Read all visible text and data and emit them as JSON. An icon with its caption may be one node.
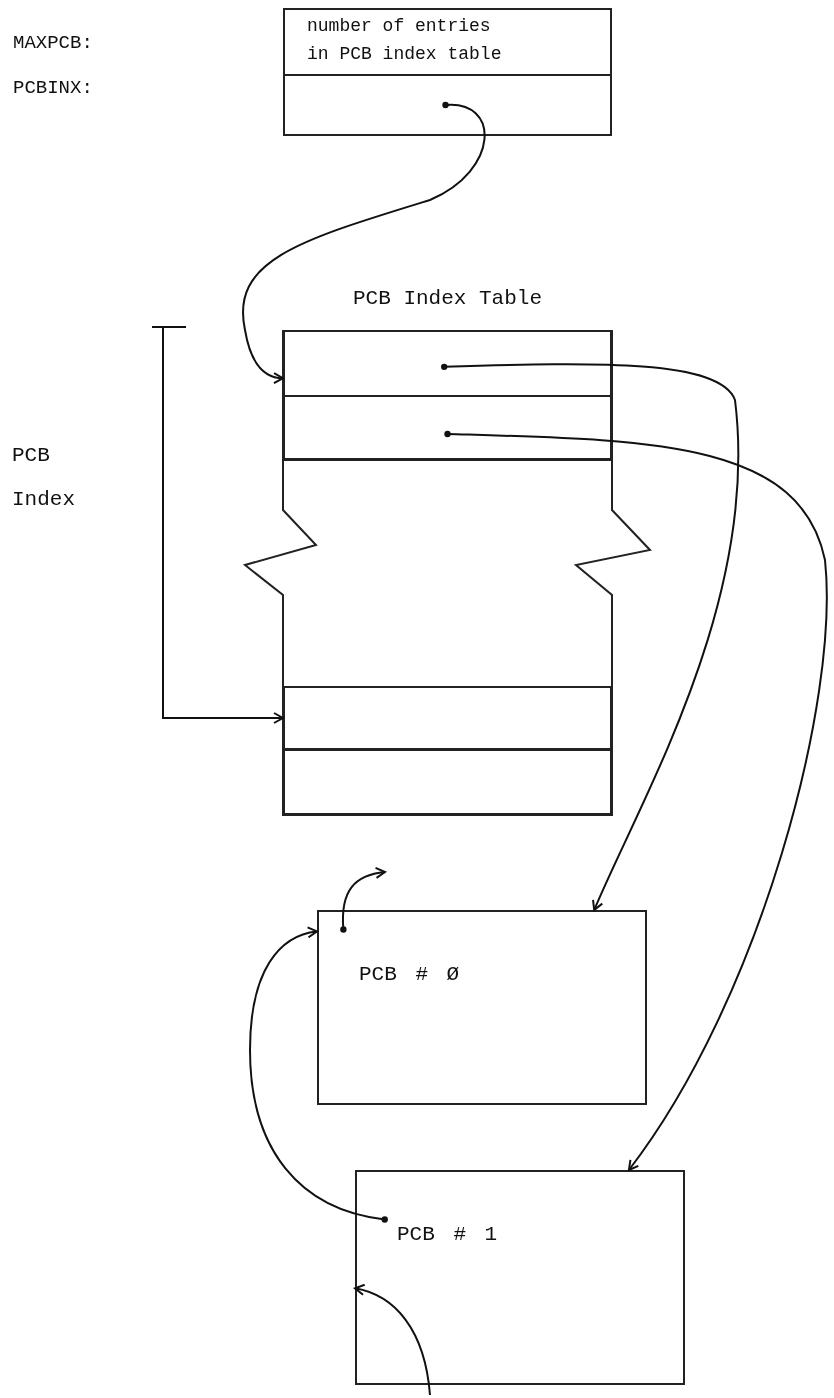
{
  "diagram": {
    "nodes": [
      {
        "text": [],
        "shape": "box"
      },
      {
        "text": [
          "number of entries in PCB index table"
        ],
        "in": 0
      },
      {
        "text": [],
        "shape": "box",
        "in": 0
      },
      {
        "text": [
          "PCB Index Table"
        ]
      },
      {
        "text": [],
        "shape": "box",
        "in": 3
      },
      {
        "text": [],
        "shape": "box",
        "in": 3
      },
      {
        "text": [],
        "shape": "box",
        "in": 3
      },
      {
        "text": [],
        "shape": "box",
        "in": 3
      },
      {
        "text": [
          "PCB # Ø"
        ]
      },
      {
        "text": [
          "PCB # 1"
        ]
      }
    ],
    "edges": [
      {
        "from": 2,
        "to": 4,
        "arrow": "to"
      },
      {
        "from": 4,
        "to": 8,
        "arrow": "to"
      },
      {
        "from": 5,
        "to": 9,
        "arrow": "to"
      },
      {
        "from": 8,
        "to": null,
        "arrow": "to"
      },
      {
        "from": 9,
        "to": 8,
        "arrow": "to"
      },
      {
        "from": null,
        "to": 9,
        "arrow": "to"
      },
      {
        "from": null,
        "to": 6,
        "arrow": "to"
      }
    ],
    "labels": [
      "MAXPCB:",
      "PCBINX:",
      "PCB Index"
    ]
  }
}
